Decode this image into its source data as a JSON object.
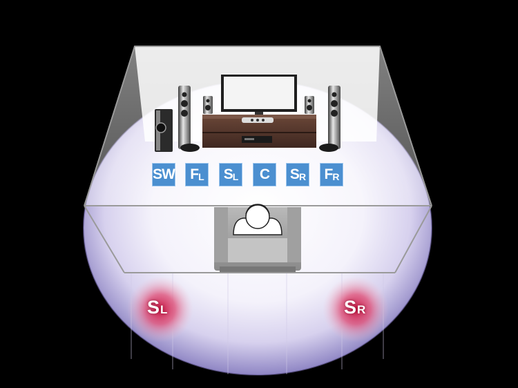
{
  "diagram": {
    "front_labels": [
      {
        "id": "sw",
        "main": "SW",
        "sub": ""
      },
      {
        "id": "fl",
        "main": "F",
        "sub": "L"
      },
      {
        "id": "sl",
        "main": "S",
        "sub": "L"
      },
      {
        "id": "c",
        "main": "C",
        "sub": ""
      },
      {
        "id": "sr",
        "main": "S",
        "sub": "R"
      },
      {
        "id": "fr",
        "main": "F",
        "sub": "R"
      }
    ],
    "virtual_surround": [
      {
        "id": "sl",
        "main": "S",
        "sub": "L"
      },
      {
        "id": "sr",
        "main": "S",
        "sub": "R"
      }
    ],
    "colors": {
      "background": "#000000",
      "label_fill": "#4b8fd0",
      "surround_glow": "#d9245a",
      "field_glow": "#c9c3e8",
      "furniture": "#5a3a2e"
    }
  }
}
